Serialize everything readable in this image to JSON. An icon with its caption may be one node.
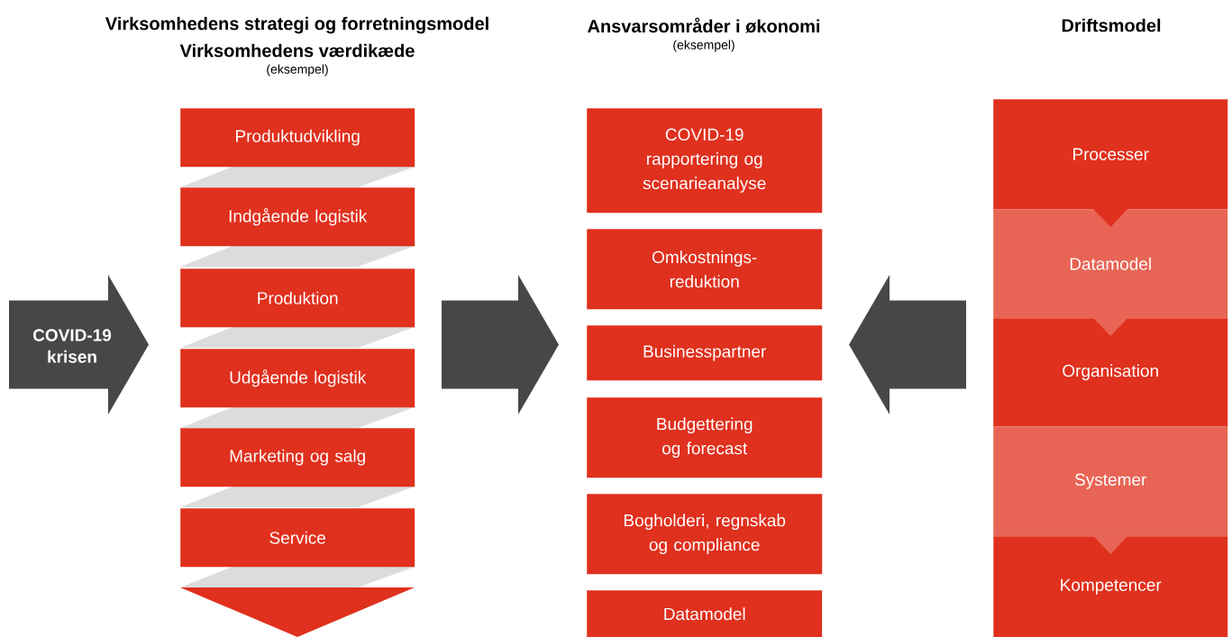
{
  "diagram": {
    "nodes": [
      {
        "text": [
          "COVID-19 krisen"
        ]
      },
      {
        "text": [
          "Produktudvikling"
        ]
      },
      {
        "text": [
          "Indgående logistik"
        ]
      },
      {
        "text": [
          "Produktion"
        ]
      },
      {
        "text": [
          "Udgående logistik"
        ]
      },
      {
        "text": [
          "Marketing og salg"
        ]
      },
      {
        "text": [
          "Service"
        ]
      },
      {
        "text": [],
        "shape": "arrow"
      },
      {
        "text": [
          "COVID-19 rapportering og scenarieanalyse"
        ]
      },
      {
        "text": [
          "Omkostnings-reduktion"
        ]
      },
      {
        "text": [
          "Businesspartner"
        ]
      },
      {
        "text": [
          "Budgettering og forecast"
        ]
      },
      {
        "text": [
          "Bogholderi, regnskab og compliance"
        ]
      },
      {
        "text": [
          "Datamodel"
        ]
      },
      {
        "text": [],
        "shape": "arrow"
      },
      {
        "text": [
          "Processer"
        ]
      },
      {
        "text": [
          "Datamodel"
        ]
      },
      {
        "text": [
          "Organisation"
        ]
      },
      {
        "text": [
          "Systemer"
        ]
      },
      {
        "text": [
          "Kompetencer"
        ]
      }
    ],
    "edges": [
      {
        "from": 15,
        "to": 16,
        "arrow": "to",
        "color": "#e0301e"
      },
      {
        "from": 16,
        "to": 17,
        "arrow": "to",
        "color": "#e86556"
      },
      {
        "from": 18,
        "to": 19,
        "arrow": "to",
        "color": "#e86556"
      }
    ],
    "labels": [
      "Virksomhedens strategi og forretningsmodel",
      "Virksomhedens værdikæde",
      "(eksempel)",
      "Ansvarsområder i økonomi",
      "(eksempel)",
      "Driftsmodel"
    ]
  }
}
